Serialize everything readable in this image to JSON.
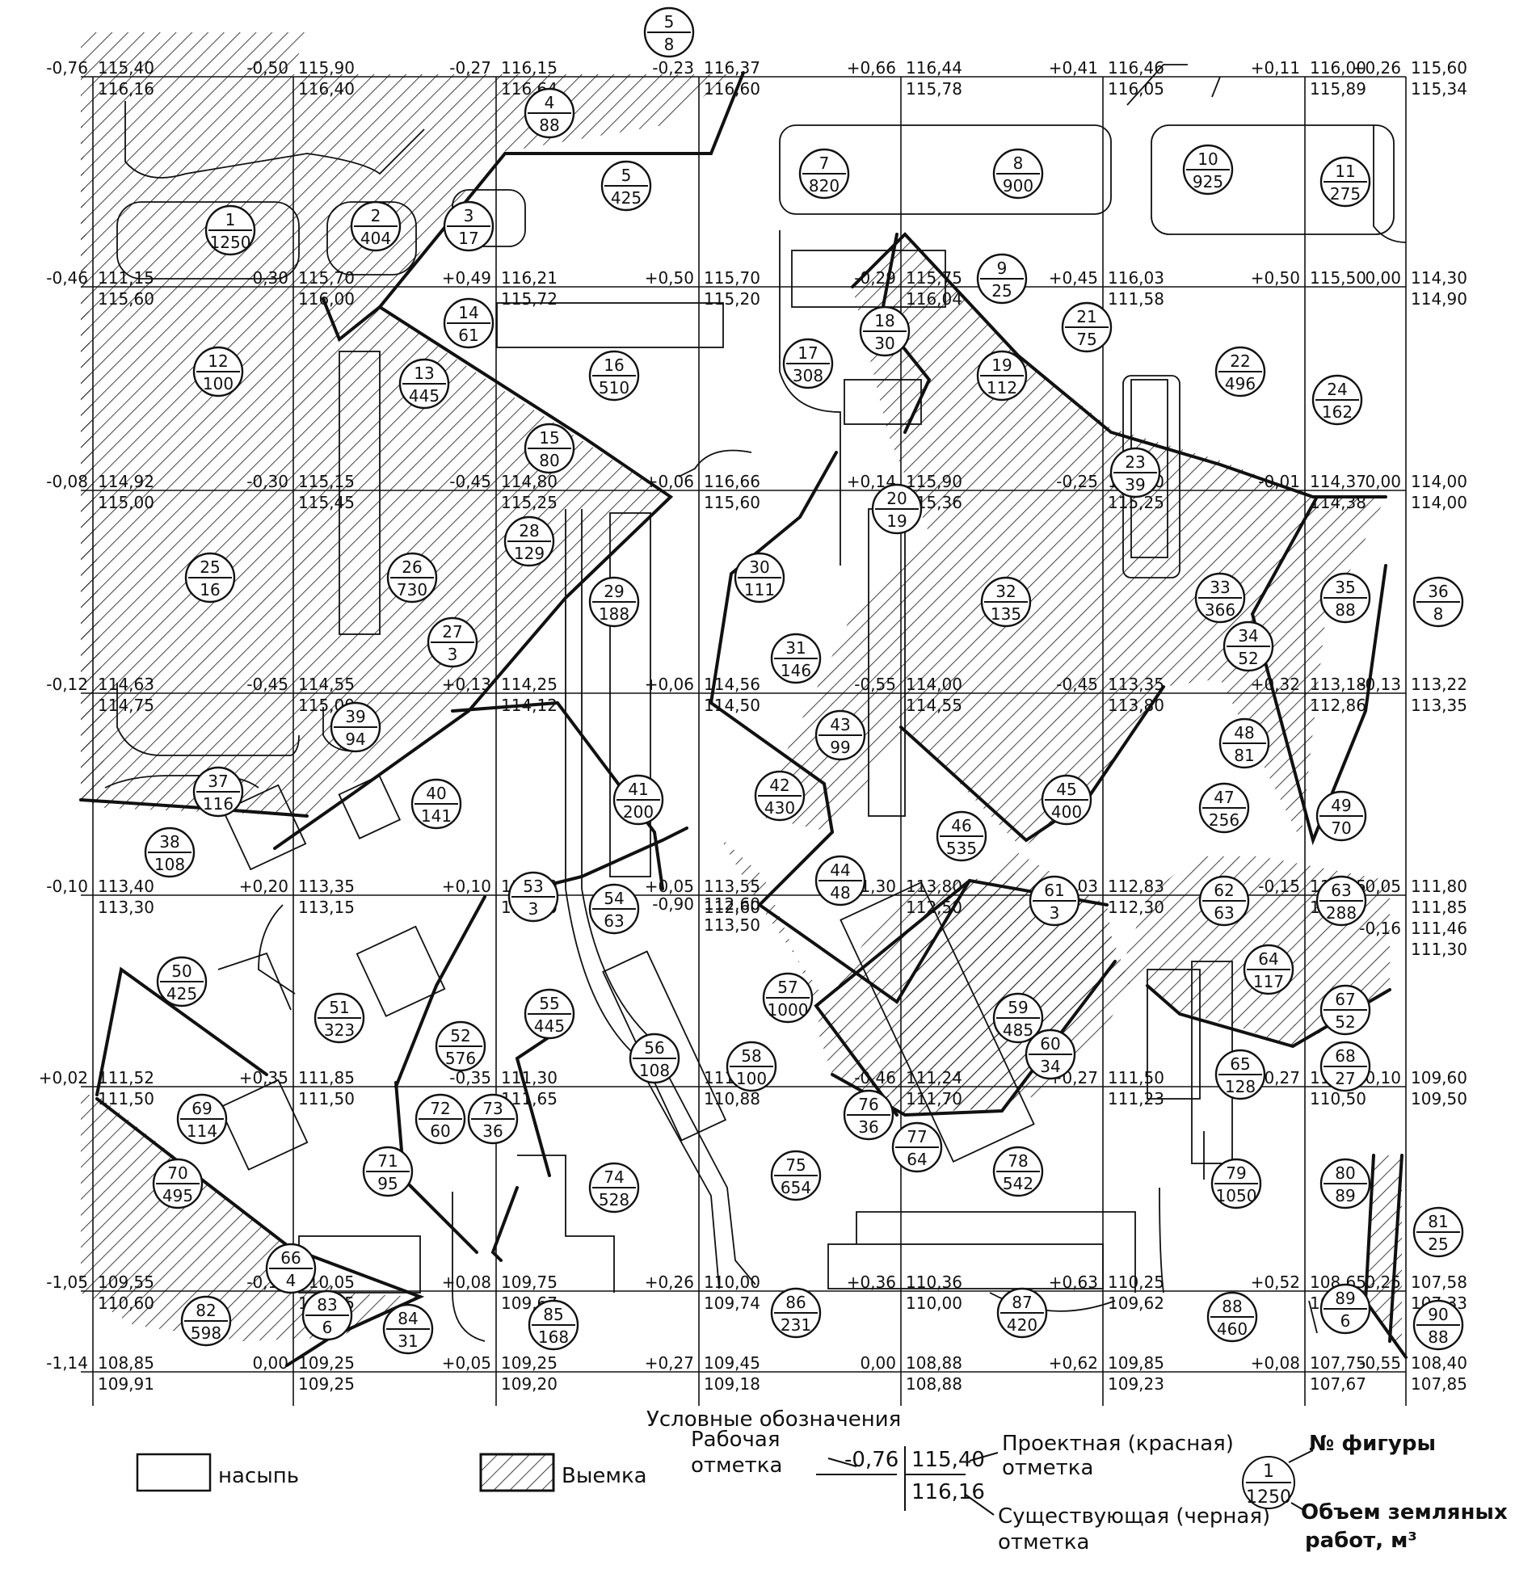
{
  "corner_marks": [
    {
      "work": "-0,76",
      "design": "115,40",
      "existing": "116,16"
    },
    {
      "work": "-0,50",
      "design": "115,90",
      "existing": "116,40"
    },
    {
      "work": "-0,27",
      "design": "116,15",
      "existing": "116,64"
    },
    {
      "work": "-0,23",
      "design": "116,37",
      "existing": "116,60"
    },
    {
      "work": "+0,66",
      "design": "116,44",
      "existing": "115,78"
    },
    {
      "work": "+0,41",
      "design": "116,46",
      "existing": "116,05"
    },
    {
      "work": "+0,11",
      "design": "116,00",
      "existing": "115,89"
    },
    {
      "work": "+0,26",
      "design": "115,60",
      "existing": "115,34"
    },
    {
      "work": "-0,46",
      "design": "111,15",
      "existing": "115,60"
    },
    {
      "work": "-0,30",
      "design": "115,70",
      "existing": "116,00"
    },
    {
      "work": "+0,49",
      "design": "116,21",
      "existing": "115,72"
    },
    {
      "work": "+0,50",
      "design": "115,70",
      "existing": "115,20"
    },
    {
      "work": "-0,29",
      "design": "115,75",
      "existing": "116,04"
    },
    {
      "work": "+0,45",
      "design": "116,03",
      "existing": "111,58"
    },
    {
      "work": "+0,50",
      "design": "115,50",
      "existing": ""
    },
    {
      "work": "0,00",
      "design": "114,30",
      "existing": "114,90"
    },
    {
      "work": "-0,08",
      "design": "114,92",
      "existing": "115,00"
    },
    {
      "work": "-0,30",
      "design": "115,15",
      "existing": "115,45"
    },
    {
      "work": "-0,45",
      "design": "114,80",
      "existing": "115,25"
    },
    {
      "work": "+0,06",
      "design": "116,66",
      "existing": "115,60"
    },
    {
      "work": "+0,14",
      "design": "115,90",
      "existing": "115,36"
    },
    {
      "work": "-0,25",
      "design": "115,00",
      "existing": "115,25"
    },
    {
      "work": "-0,01",
      "design": "114,37",
      "existing": "114,38"
    },
    {
      "work": "0,00",
      "design": "114,00",
      "existing": "114,00"
    },
    {
      "work": "-0,12",
      "design": "114,63",
      "existing": "114,75"
    },
    {
      "work": "-0,45",
      "design": "114,55",
      "existing": "115,00"
    },
    {
      "work": "+0,13",
      "design": "114,25",
      "existing": "114,12"
    },
    {
      "work": "+0,06",
      "design": "114,56",
      "existing": "114,50"
    },
    {
      "work": "-0,55",
      "design": "114,00",
      "existing": "114,55"
    },
    {
      "work": "-0,45",
      "design": "113,35",
      "existing": "113,80"
    },
    {
      "work": "+0,32",
      "design": "113,18",
      "existing": "112,86"
    },
    {
      "work": "-0,13",
      "design": "113,22",
      "existing": "113,35"
    },
    {
      "work": "-0,10",
      "design": "113,40",
      "existing": "113,30"
    },
    {
      "work": "+0,20",
      "design": "113,35",
      "existing": "113,15"
    },
    {
      "work": "+0,10",
      "design": "112,90",
      "existing": "112,80"
    },
    {
      "work": "+0,05",
      "design": "113,55",
      "existing": "112,60"
    },
    {
      "work": "-0,90",
      "design": "112,60",
      "existing": "113,50"
    },
    {
      "work": "+1,30",
      "design": "113,80",
      "existing": "112,50"
    },
    {
      "work": "+0,03",
      "design": "112,83",
      "existing": "112,30"
    },
    {
      "work": "-0,15",
      "design": "112,15",
      "existing": "112,30"
    },
    {
      "work": "-0,05",
      "design": "111,80",
      "existing": "111,85"
    },
    {
      "work": "-0,16",
      "design": "111,46",
      "existing": "111,30"
    },
    {
      "work": "+0,02",
      "design": "111,52",
      "existing": "111,50"
    },
    {
      "work": "+0,35",
      "design": "111,85",
      "existing": "111,50"
    },
    {
      "work": "-0,35",
      "design": "111,30",
      "existing": "111,65"
    },
    {
      "work": "",
      "design": "111,70",
      "existing": "110,88"
    },
    {
      "work": "-0,46",
      "design": "111,24",
      "existing": "111,70"
    },
    {
      "work": "+0,27",
      "design": "111,50",
      "existing": "111,23"
    },
    {
      "work": "+0,27",
      "design": "110,77",
      "existing": "110,50"
    },
    {
      "work": "+0,10",
      "design": "109,60",
      "existing": "109,50"
    },
    {
      "work": "-1,05",
      "design": "109,55",
      "existing": "110,60"
    },
    {
      "work": "-0,10",
      "design": "110,05",
      "existing": "110,15"
    },
    {
      "work": "+0,08",
      "design": "109,75",
      "existing": "109,67"
    },
    {
      "work": "+0,26",
      "design": "110,00",
      "existing": "109,74"
    },
    {
      "work": "+0,36",
      "design": "110,36",
      "existing": "110,00"
    },
    {
      "work": "+0,63",
      "design": "110,25",
      "existing": "109,62"
    },
    {
      "work": "+0,52",
      "design": "108,65",
      "existing": "108,13"
    },
    {
      "work": "0,25",
      "design": "107,58",
      "existing": "107,33"
    },
    {
      "work": "-1,14",
      "design": "108,85",
      "existing": "109,91"
    },
    {
      "work": "0,00",
      "design": "109,25",
      "existing": "109,25"
    },
    {
      "work": "+0,05",
      "design": "109,25",
      "existing": "109,20"
    },
    {
      "work": "+0,27",
      "design": "109,45",
      "existing": "109,18"
    },
    {
      "work": "0,00",
      "design": "108,88",
      "existing": "108,88"
    },
    {
      "work": "+0,62",
      "design": "109,85",
      "existing": "109,23"
    },
    {
      "work": "+0,08",
      "design": "107,75",
      "existing": "107,67"
    },
    {
      "work": "-0,55",
      "design": "108,40",
      "existing": "107,85"
    }
  ],
  "figures": [
    {
      "n": "1",
      "v": "1250"
    },
    {
      "n": "2",
      "v": "404"
    },
    {
      "n": "3",
      "v": "17"
    },
    {
      "n": "4",
      "v": "88"
    },
    {
      "n": "5",
      "v": "425"
    },
    {
      "n": "5",
      "v": "8"
    },
    {
      "n": "7",
      "v": "820"
    },
    {
      "n": "8",
      "v": "900"
    },
    {
      "n": "9",
      "v": "25"
    },
    {
      "n": "10",
      "v": "925"
    },
    {
      "n": "11",
      "v": "275"
    },
    {
      "n": "12",
      "v": "100"
    },
    {
      "n": "13",
      "v": "445"
    },
    {
      "n": "14",
      "v": "61"
    },
    {
      "n": "15",
      "v": "80"
    },
    {
      "n": "16",
      "v": "510"
    },
    {
      "n": "17",
      "v": "308"
    },
    {
      "n": "18",
      "v": "30"
    },
    {
      "n": "19",
      "v": "112"
    },
    {
      "n": "20",
      "v": "19"
    },
    {
      "n": "21",
      "v": "75"
    },
    {
      "n": "22",
      "v": "496"
    },
    {
      "n": "23",
      "v": "39"
    },
    {
      "n": "24",
      "v": "162"
    },
    {
      "n": "25",
      "v": "16"
    },
    {
      "n": "26",
      "v": "730"
    },
    {
      "n": "27",
      "v": "3"
    },
    {
      "n": "28",
      "v": "129"
    },
    {
      "n": "29",
      "v": "188"
    },
    {
      "n": "30",
      "v": "111"
    },
    {
      "n": "31",
      "v": "146"
    },
    {
      "n": "32",
      "v": "135"
    },
    {
      "n": "33",
      "v": "366"
    },
    {
      "n": "34",
      "v": "52"
    },
    {
      "n": "35",
      "v": "88"
    },
    {
      "n": "36",
      "v": "8"
    },
    {
      "n": "37",
      "v": "116"
    },
    {
      "n": "38",
      "v": "108"
    },
    {
      "n": "39",
      "v": "94"
    },
    {
      "n": "40",
      "v": "141"
    },
    {
      "n": "41",
      "v": "200"
    },
    {
      "n": "42",
      "v": "430"
    },
    {
      "n": "43",
      "v": "99"
    },
    {
      "n": "44",
      "v": "48"
    },
    {
      "n": "45",
      "v": "400"
    },
    {
      "n": "46",
      "v": "535"
    },
    {
      "n": "47",
      "v": "256"
    },
    {
      "n": "48",
      "v": "81"
    },
    {
      "n": "49",
      "v": "70"
    },
    {
      "n": "50",
      "v": "425"
    },
    {
      "n": "51",
      "v": "323"
    },
    {
      "n": "52",
      "v": "576"
    },
    {
      "n": "53",
      "v": "3"
    },
    {
      "n": "54",
      "v": "63"
    },
    {
      "n": "55",
      "v": "445"
    },
    {
      "n": "56",
      "v": "108"
    },
    {
      "n": "57",
      "v": "1000"
    },
    {
      "n": "58",
      "v": "100"
    },
    {
      "n": "59",
      "v": "485"
    },
    {
      "n": "60",
      "v": "34"
    },
    {
      "n": "61",
      "v": "3"
    },
    {
      "n": "62",
      "v": "63"
    },
    {
      "n": "63",
      "v": "288"
    },
    {
      "n": "64",
      "v": "117"
    },
    {
      "n": "65",
      "v": "128"
    },
    {
      "n": "67",
      "v": "52"
    },
    {
      "n": "68",
      "v": "27"
    },
    {
      "n": "69",
      "v": "114"
    },
    {
      "n": "70",
      "v": "495"
    },
    {
      "n": "71",
      "v": "95"
    },
    {
      "n": "72",
      "v": "60"
    },
    {
      "n": "73",
      "v": "36"
    },
    {
      "n": "74",
      "v": "528"
    },
    {
      "n": "75",
      "v": "654"
    },
    {
      "n": "76",
      "v": "36"
    },
    {
      "n": "77",
      "v": "64"
    },
    {
      "n": "78",
      "v": "542"
    },
    {
      "n": "79",
      "v": "1050"
    },
    {
      "n": "80",
      "v": "89"
    },
    {
      "n": "81",
      "v": "25"
    },
    {
      "n": "82",
      "v": "598"
    },
    {
      "n": "83",
      "v": "6"
    },
    {
      "n": "84",
      "v": "31"
    },
    {
      "n": "85",
      "v": "168"
    },
    {
      "n": "86",
      "v": "231"
    },
    {
      "n": "87",
      "v": "420"
    },
    {
      "n": "88",
      "v": "460"
    },
    {
      "n": "89",
      "v": "6"
    },
    {
      "n": "90",
      "v": "88"
    },
    {
      "n": "66",
      "v": "4"
    }
  ],
  "legend": {
    "title": "Условные обозначения",
    "fill_label": "насыпь",
    "cut_label": "Выемка",
    "work_mark_label_1": "Рабочая",
    "work_mark_label_2": "отметка",
    "sample_work": "-0,76",
    "sample_design": "115,40",
    "sample_existing": "116,16",
    "design_label_1": "Проектная (красная)",
    "design_label_2": "отметка",
    "existing_label_1": "Существующая (черная)",
    "existing_label_2": "отметка",
    "figure_no_label": "№ фигуры",
    "sample_fig_n": "1",
    "sample_fig_v": "1250",
    "volume_label_1": "Объем земляных",
    "volume_label_2": "работ, м³"
  },
  "colors": {
    "ink": "#111111",
    "paper": "#ffffff"
  }
}
